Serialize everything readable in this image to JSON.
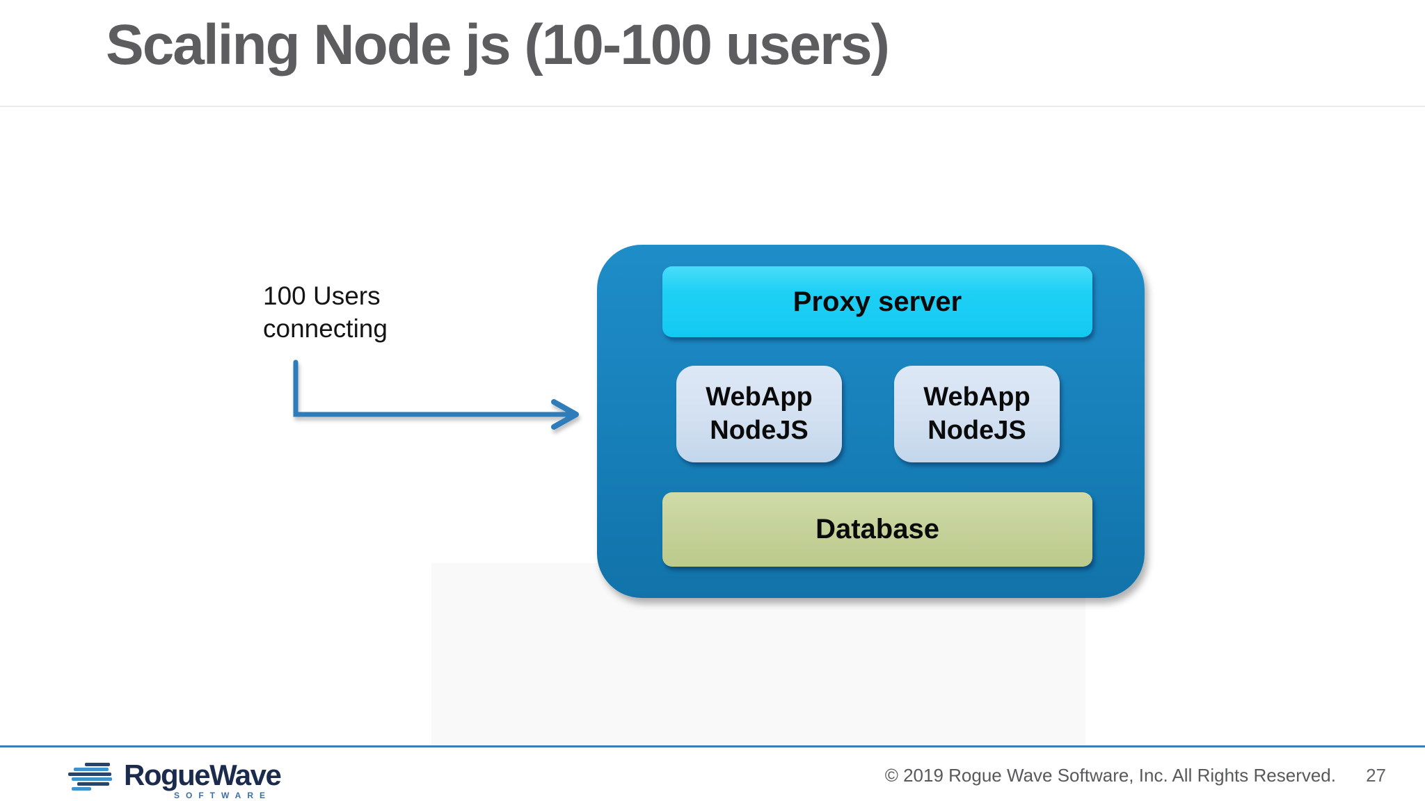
{
  "header": {
    "title": "Scaling Node js (10-100 users)"
  },
  "annotation": {
    "line1": "100 Users",
    "line2": "connecting"
  },
  "diagram": {
    "proxy": {
      "label": "Proxy server"
    },
    "webapp_left": {
      "line1": "WebApp",
      "line2": "NodeJS"
    },
    "webapp_right": {
      "line1": "WebApp",
      "line2": "NodeJS"
    },
    "database": {
      "label": "Database"
    }
  },
  "footer": {
    "logo_text": "RogueWave",
    "logo_subtext": "SOFTWARE",
    "copyright": "© 2019 Rogue Wave Software, Inc. All Rights Reserved.",
    "page_number": "27"
  },
  "colors": {
    "container_top": "#1e8dc8",
    "container_bottom": "#1173a9",
    "proxy_box": "#1fd0f5",
    "webapp_box": "#d5e2f2",
    "database_box": "#c6d29b",
    "arrow": "#2e7cba",
    "footer_line": "#3b7db8",
    "title_text": "#5d5d5f",
    "logo_navy": "#1b2b4d",
    "logo_blue": "#3f93cc"
  }
}
